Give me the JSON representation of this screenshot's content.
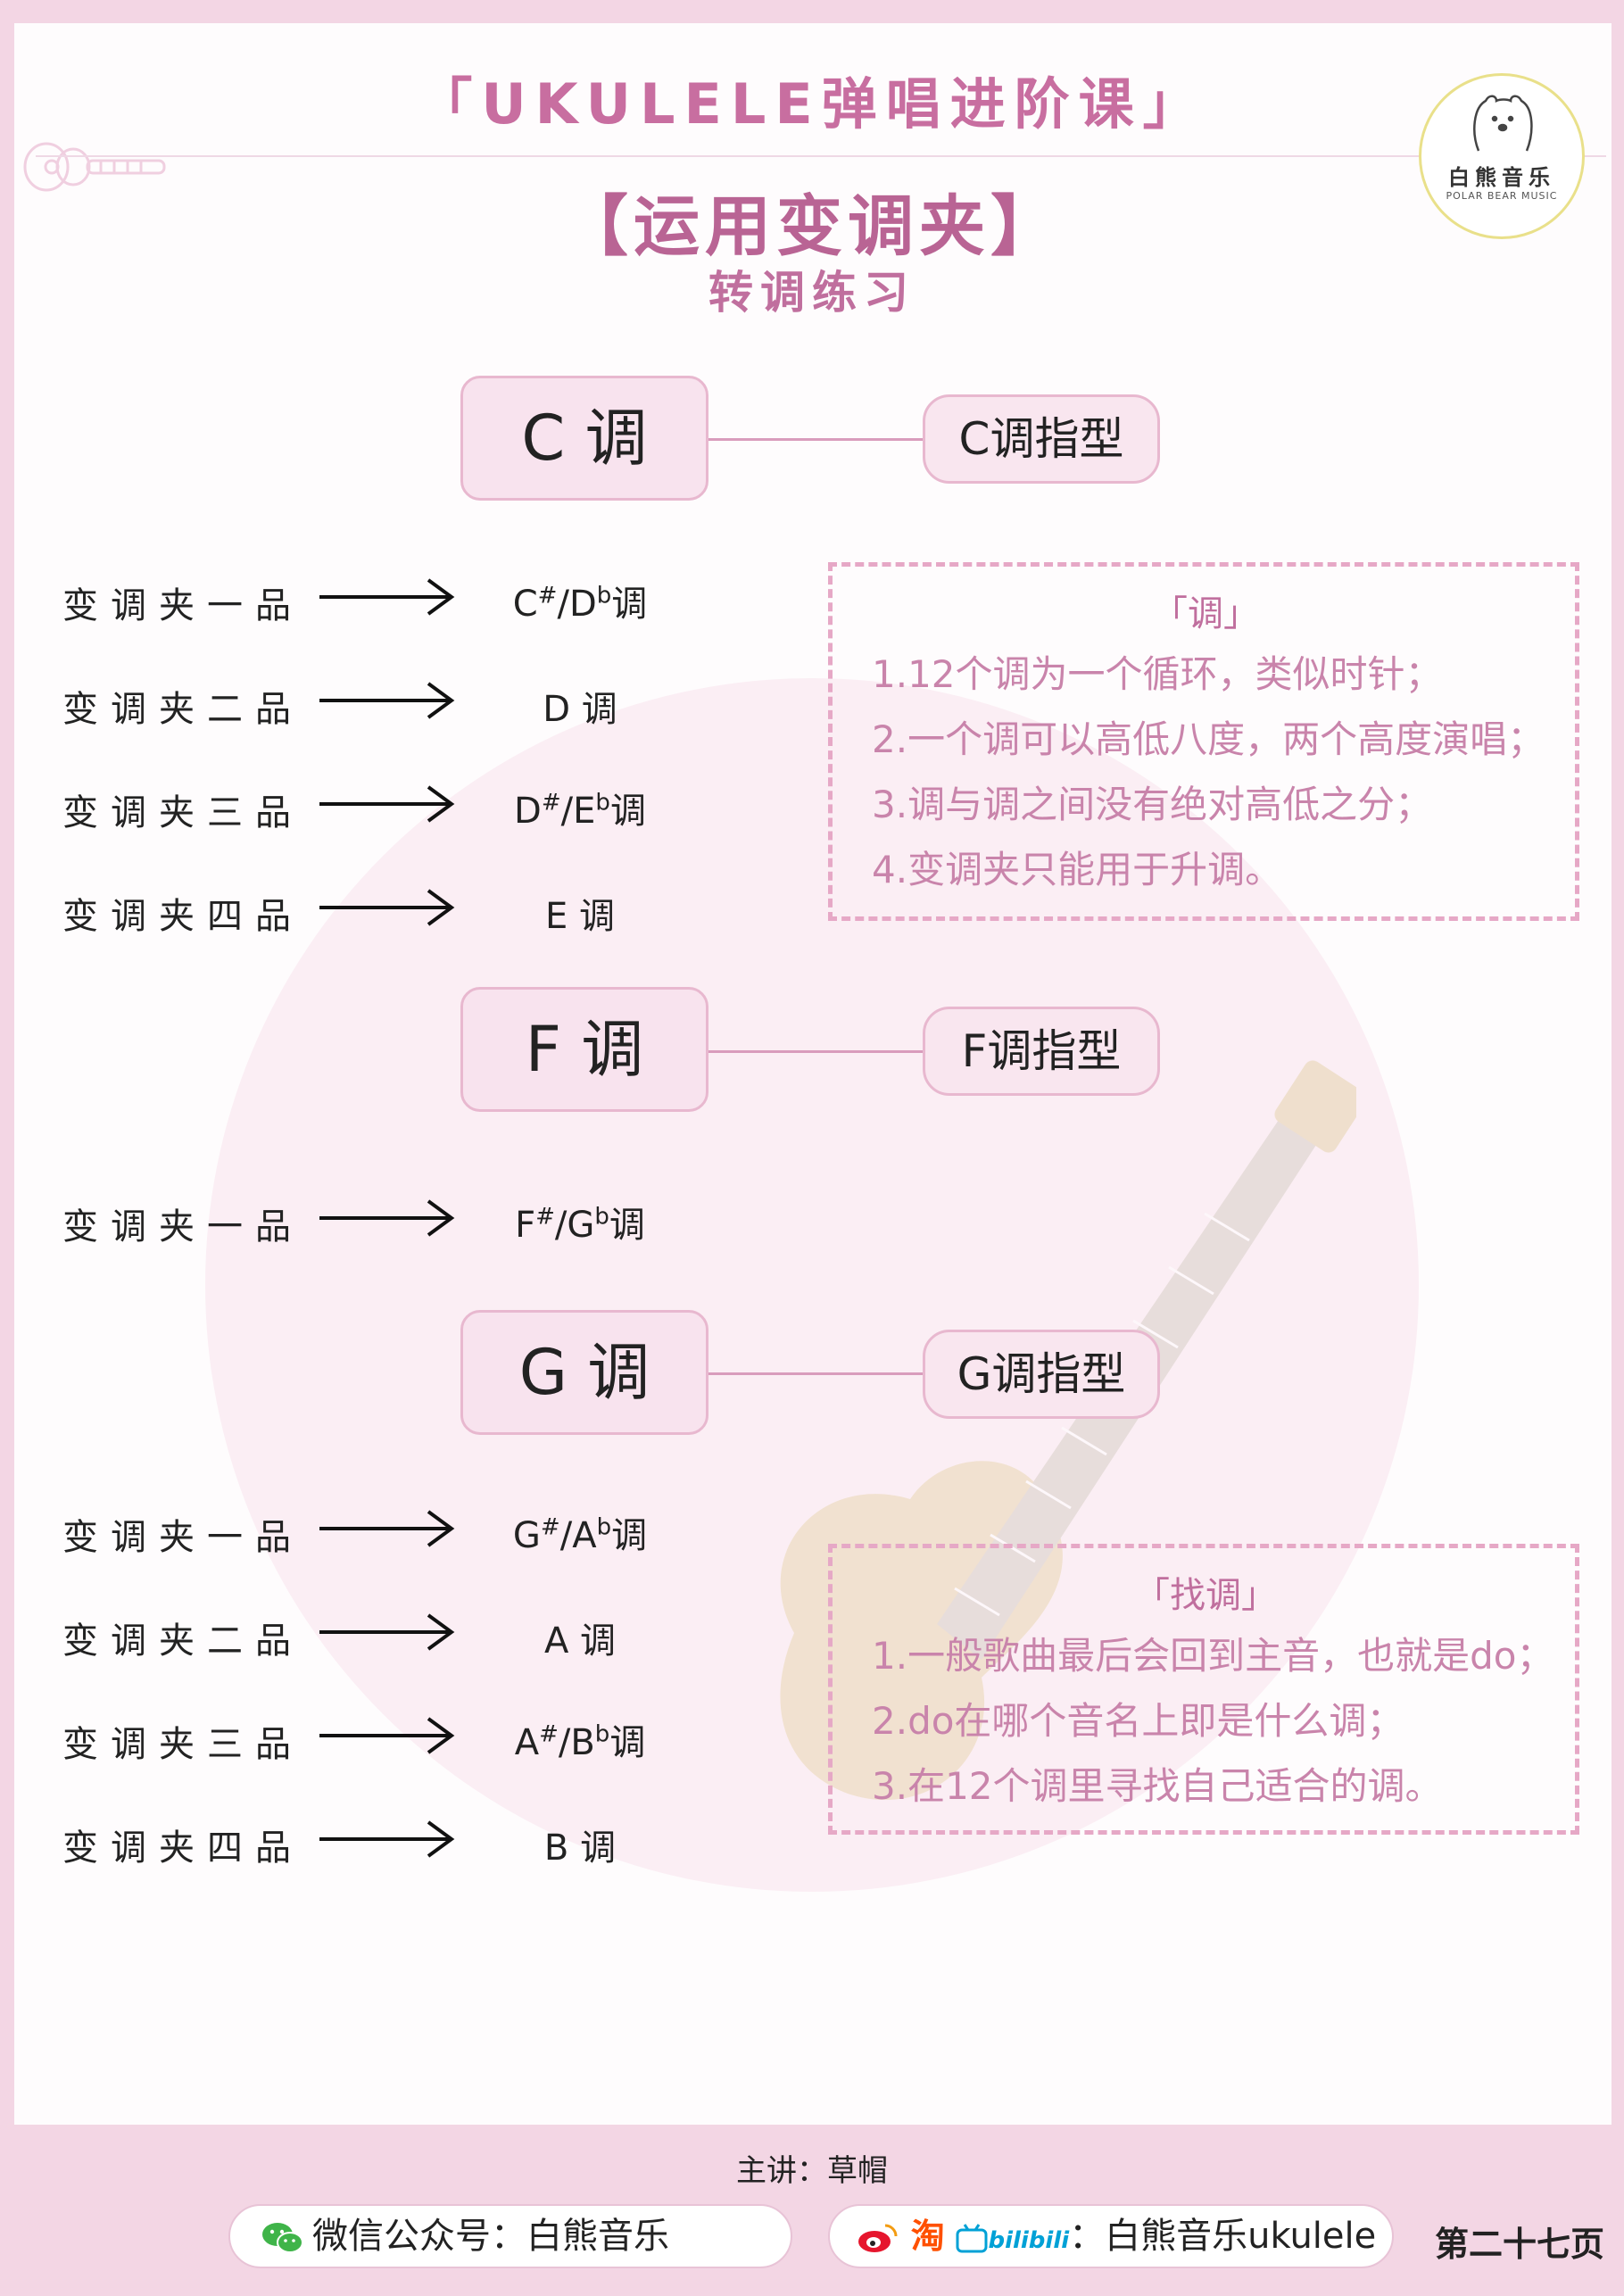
{
  "header": {
    "title": "「UKULELE弹唱进阶课」"
  },
  "logo": {
    "cn": "白熊音乐",
    "en": "POLAR BEAR MUSIC"
  },
  "title": {
    "main": "【运用变调夹】",
    "sub": "转调练习"
  },
  "keys": [
    {
      "key": "C 调",
      "fingering": "C调指型"
    },
    {
      "key": "F 调",
      "fingering": "F调指型"
    },
    {
      "key": "G 调",
      "fingering": "G调指型"
    }
  ],
  "capo_labels": {
    "one": "变调夹一品",
    "two": "变调夹二品",
    "three": "变调夹三品",
    "four": "变调夹四品"
  },
  "results": {
    "c1": {
      "a": "C",
      "a_sup": "#",
      "sep": "/",
      "b": "D",
      "b_sup": "b",
      "suffix": "调"
    },
    "c2": "D 调",
    "c3": {
      "a": "D",
      "a_sup": "#",
      "sep": "/",
      "b": "E",
      "b_sup": "b",
      "suffix": "调"
    },
    "c4": "E 调",
    "f1": {
      "a": "F",
      "a_sup": "#",
      "sep": "/",
      "b": "G",
      "b_sup": "b",
      "suffix": "调"
    },
    "g1": {
      "a": "G",
      "a_sup": "#",
      "sep": "/",
      "b": "A",
      "b_sup": "b",
      "suffix": "调"
    },
    "g2": "A 调",
    "g3": {
      "a": "A",
      "a_sup": "#",
      "sep": "/",
      "b": "B",
      "b_sup": "b",
      "suffix": "调"
    },
    "g4": "B 调"
  },
  "note_key": {
    "title": "「调」",
    "lines": [
      "1.12个调为一个循环，类似时针；",
      "2.一个调可以高低八度，两个高度演唱；",
      "3.调与调之间没有绝对高低之分；",
      "4.变调夹只能用于升调。"
    ]
  },
  "note_find": {
    "title": "「找调」",
    "lines": [
      "1.一般歌曲最后会回到主音，也就是do；",
      "2.do在哪个音名上即是什么调；",
      "3.在12个调里寻找自己适合的调。"
    ]
  },
  "footer": {
    "lecturer": "主讲：草帽",
    "wechat": "微信公众号：白熊音乐",
    "social_taobao": "淘",
    "social_bili": "bilibili",
    "social_account": "：白熊音乐ukulele",
    "page": "第二十七页"
  },
  "colors": {
    "accent": "#c86ea0",
    "pink_bg": "#f3d6e4",
    "box_fill": "#f8e3ee"
  }
}
